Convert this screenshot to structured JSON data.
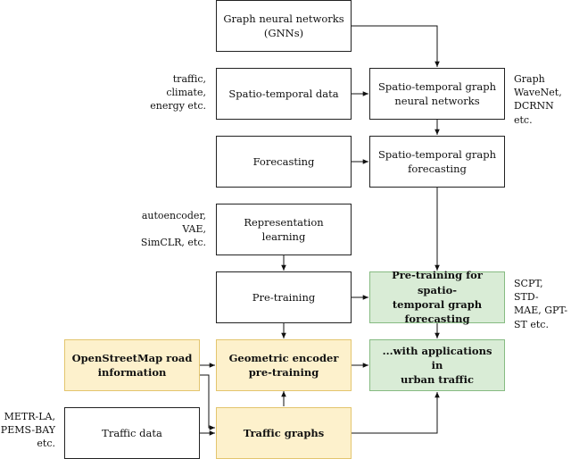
{
  "boxes": {
    "gnn": "Graph neural networks\n(GNNs)",
    "st_data": "Spatio-temporal data",
    "stgnn": "Spatio-temporal graph\nneural networks",
    "forecasting": "Forecasting",
    "st_forecasting": "Spatio-temporal graph\nforecasting",
    "representation": "Representation learning",
    "pretraining": "Pre-training",
    "pretraining_st": "Pre-training for spatio-\ntemporal graph\nforecasting",
    "osm": "OpenStreetMap road\ninformation",
    "geo_encoder": "Geometric encoder\npre-training",
    "applications": "...with applications in\nurban traffic",
    "traffic_data": "Traffic data",
    "traffic_graphs": "Traffic graphs"
  },
  "notes": {
    "st_data_examples": "traffic,\nclimate,\nenergy etc.",
    "stgnn_examples": "Graph\nWaveNet,\nDCRNN etc.",
    "representation_examples": "autoencoder,\nVAE,\nSimCLR, etc.",
    "pretraining_examples": "SCPT, STD-\nMAE, GPT-\nST etc.",
    "traffic_data_examples": "METR-LA,\nPEMS-BAY\netc."
  }
}
